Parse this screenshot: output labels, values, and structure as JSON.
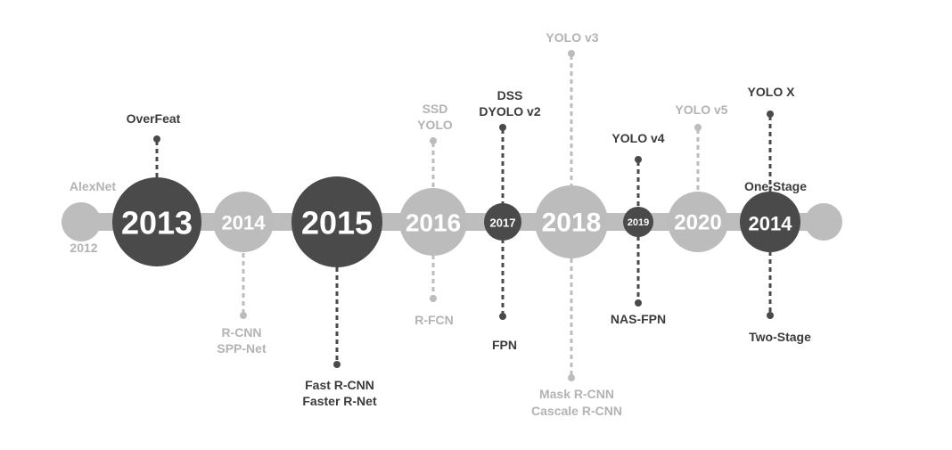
{
  "colors": {
    "dark": "#4a4a4a",
    "light": "#bcbcbc",
    "bar": "#bdbdbd",
    "label_dark": "#3b3b3b",
    "label_light": "#b3b3b3",
    "year_text": "#ffffff"
  },
  "timeline": {
    "start_label": "AlexNet",
    "start_year": "2012",
    "nodes": [
      {
        "id": "2013",
        "year": "2013",
        "tone": "dark",
        "above": [
          "OverFeat"
        ],
        "below": []
      },
      {
        "id": "2014",
        "year": "2014",
        "tone": "light",
        "above": [],
        "below": [
          "R-CNN",
          "SPP-Net"
        ]
      },
      {
        "id": "2015",
        "year": "2015",
        "tone": "dark",
        "above": [],
        "below": [
          "Fast R-CNN",
          "Faster R-Net"
        ]
      },
      {
        "id": "2016",
        "year": "2016",
        "tone": "light",
        "above": [
          "SSD",
          "YOLO"
        ],
        "below": [
          "R-FCN"
        ]
      },
      {
        "id": "2017",
        "year": "2017",
        "tone": "dark",
        "above": [
          "DSS",
          "DYOLO v2"
        ],
        "below": [
          "FPN"
        ]
      },
      {
        "id": "2018",
        "year": "2018",
        "tone": "light",
        "above": [
          "YOLO v3"
        ],
        "below": [
          "Mask R-CNN",
          "Cascale R-CNN"
        ]
      },
      {
        "id": "2019",
        "year": "2019",
        "tone": "dark",
        "above": [
          "YOLO v4"
        ],
        "below": [
          "NAS-FPN"
        ]
      },
      {
        "id": "2020",
        "year": "2020",
        "tone": "light",
        "above": [
          "YOLO v5"
        ],
        "below": []
      },
      {
        "id": "legend",
        "year": "2014",
        "tone": "dark",
        "above": [
          "YOLO X",
          "One-Stage"
        ],
        "below": [
          "Two-Stage"
        ]
      }
    ]
  }
}
